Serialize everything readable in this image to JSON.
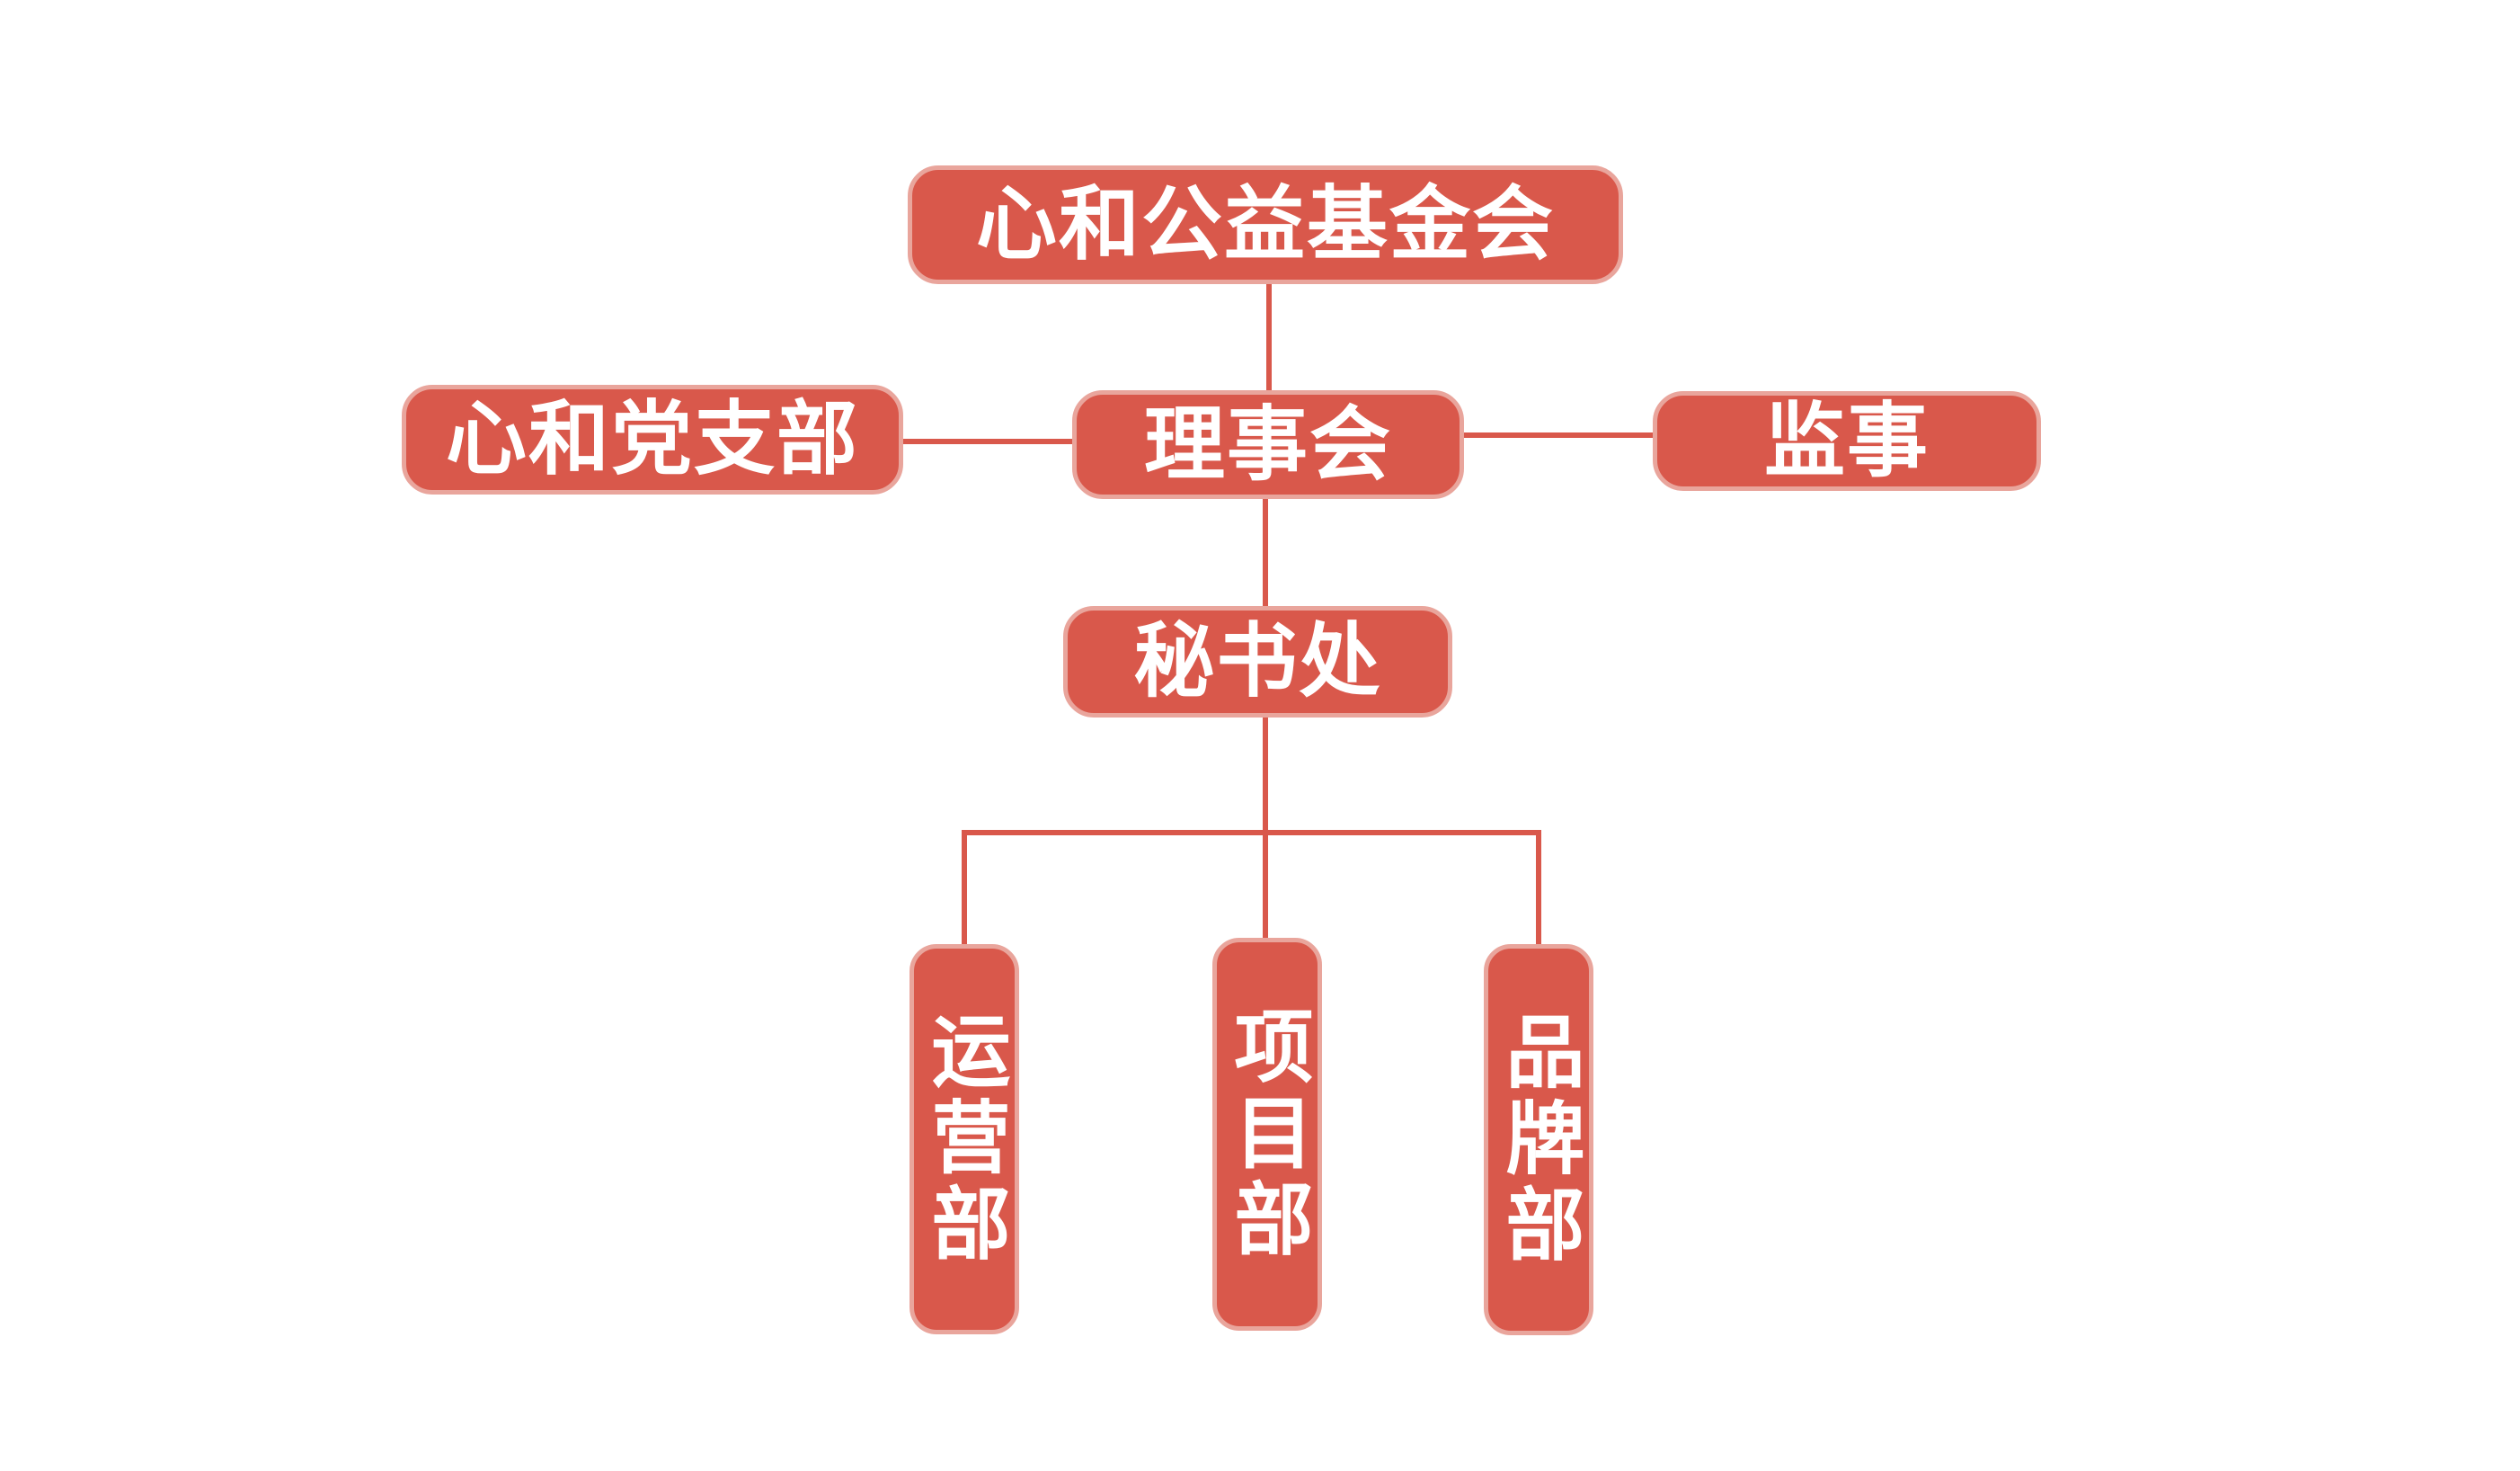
{
  "colors": {
    "node_fill": "#d9584b",
    "node_border": "#e9a59c",
    "connector": "#d9584b",
    "text": "#ffffff",
    "background": "#ffffff"
  },
  "nodes": {
    "root": "心和公益基金会",
    "board": "理事会",
    "party": "心和党支部",
    "supervisor": "监事",
    "secretariat": "秘书处",
    "operations": "运营部",
    "projects": "项目部",
    "brand": "品牌部"
  }
}
